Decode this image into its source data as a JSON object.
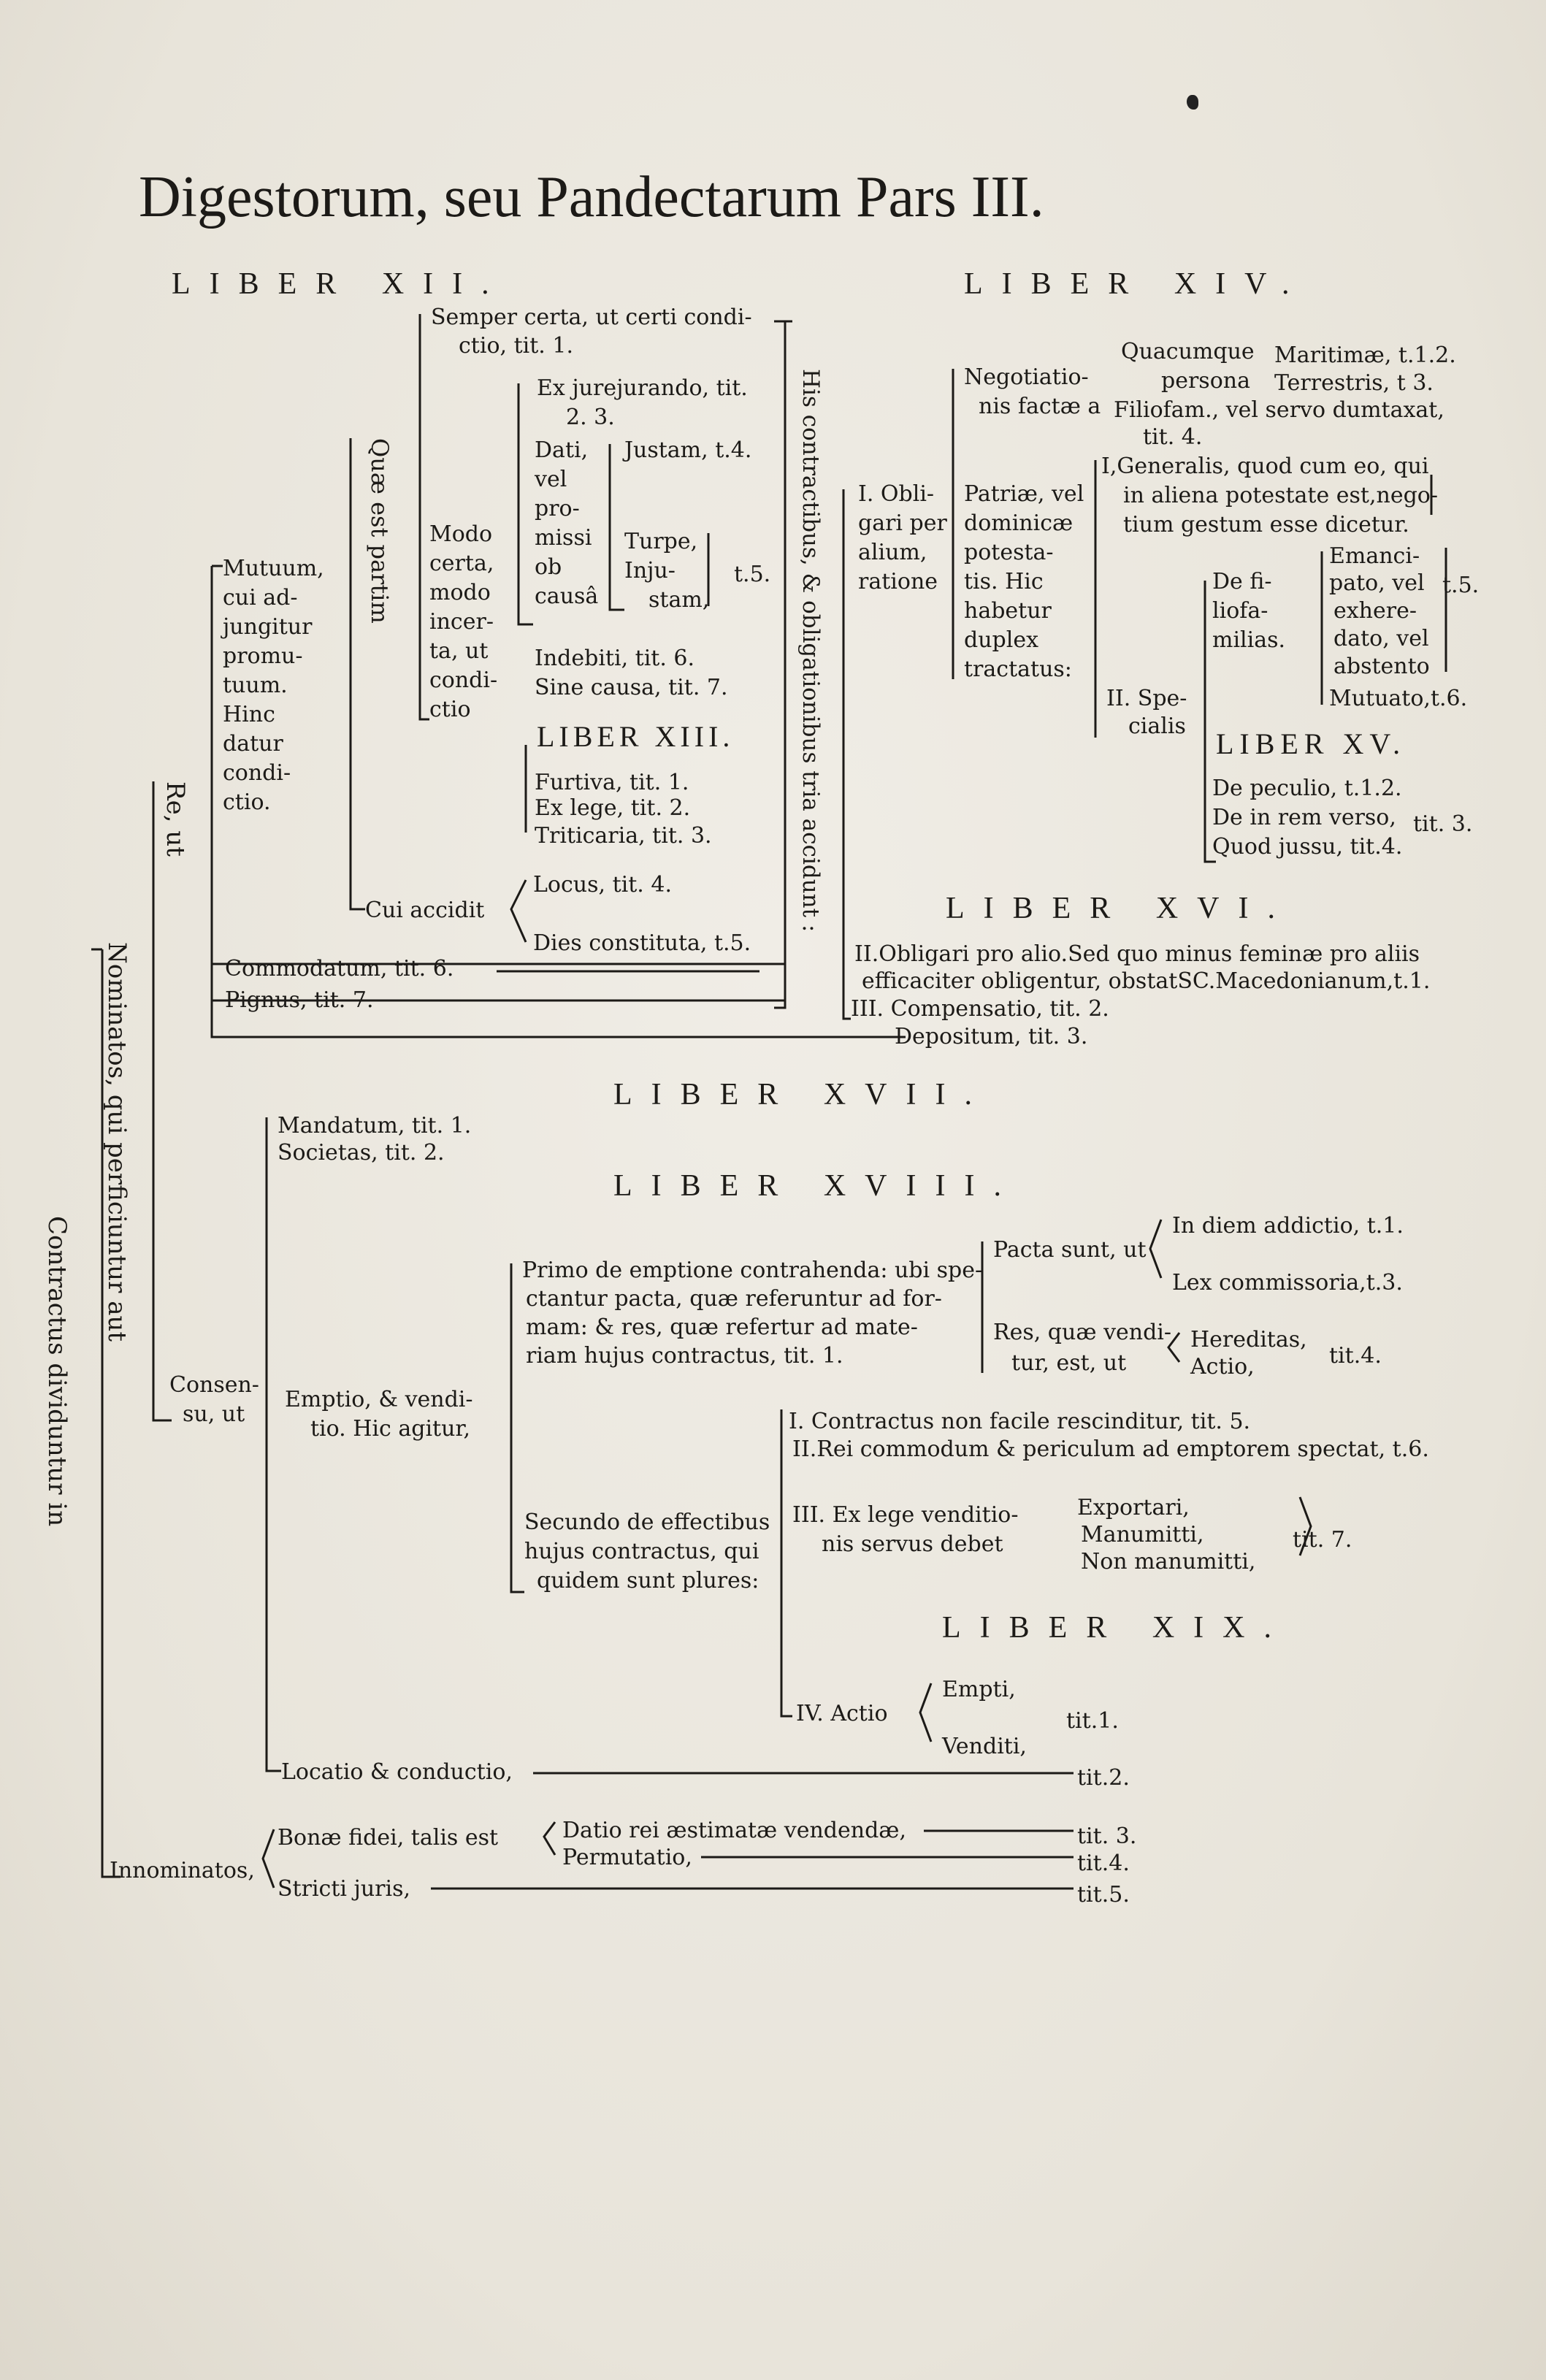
{
  "title": "Digestorum, seu Pandectarum Pars III.",
  "liber": {
    "xii": "LIBER XII.",
    "xiii": "LIBER XIII.",
    "xiv": "LIBER XIV.",
    "xv": "LIBER XV.",
    "xvi": "LIBER XVI.",
    "xvii": "LIBER XVII.",
    "xviii": "LIBER XVIII.",
    "xix": "LIBER XIX."
  },
  "vertical": {
    "contractus": "Contractus dividuntur in",
    "nominatos": "Nominatos, qui perficiuntur aut",
    "re_ut": "Re, ut",
    "quae_est": "Quæ est partim",
    "his_contractibus": "His contractibus, & obligationibus tria accidunt :"
  },
  "lines": {
    "l01": "Semper certa, ut certi condi-",
    "l02": "ctio, tit. 1.",
    "l03": "Ex jurejurando, tit.",
    "l04": "2. 3.",
    "l05": "Dati,",
    "l06": "vel",
    "l07": "pro-",
    "l08": "missi",
    "l09": "ob",
    "l10": "causâ",
    "l11": "Justam, t.4.",
    "l12": "Turpe,",
    "l13": "Inju-",
    "l14": "stam,",
    "l15": "t.5.",
    "l16": "Modo",
    "l17": "certa,",
    "l18": "modo",
    "l19": "incer-",
    "l20": "ta, ut",
    "l21": "condi-",
    "l22": "ctio",
    "l23": "Mutuum,",
    "l24": "cui ad-",
    "l25": "jungitur",
    "l26": "promu-",
    "l27": "tuum.",
    "l28": "Hinc",
    "l29": "datur",
    "l30": "condi-",
    "l31": "ctio.",
    "l32": "Indebiti, tit. 6.",
    "l33": "Sine causa, tit. 7.",
    "l34": "Furtiva, tit. 1.",
    "l35": "Ex lege, tit. 2.",
    "l36": "Triticaria, tit. 3.",
    "l37": "Cui accidit",
    "l38": "Locus, tit. 4.",
    "l39": "Dies constituta, t.5.",
    "l40": "Commodatum, tit. 6.",
    "l41": "Pignus, tit. 7.",
    "l42": "Depositum, tit. 3.",
    "l43": "I. Obli-",
    "l44": "gari per",
    "l45": "alium,",
    "l46": "ratione",
    "l47": "Negotiatio-",
    "l48": "nis factæ a",
    "l49": "Quacumque",
    "l50": "persona",
    "l51": "Maritimæ, t.1.2.",
    "l52": "Terrestris, t 3.",
    "l53": "Filiofam., vel servo dumtaxat,",
    "l54": "tit. 4.",
    "l55": "I,Generalis, quod cum eo, qui",
    "l56": "in aliena potestate est,nego-",
    "l57": "tium gestum esse dicetur.",
    "l58": "Patriæ, vel",
    "l59": "dominicæ",
    "l60": "potesta-",
    "l61": "tis. Hic",
    "l62": "habetur",
    "l63": "duplex",
    "l64": "tractatus:",
    "l65": "De fi-",
    "l66": "liofa-",
    "l67": "milias.",
    "l68": "Emanci-",
    "l69": "pato, vel",
    "l70": "exhere-",
    "l71": "dato, vel",
    "l72": "abstento",
    "l73": "Mutuato,t.6.",
    "l74": "t.5.",
    "l75": "II. Spe-",
    "l76": "cialis",
    "l77": "De peculio, t.1.2.",
    "l78": "De in rem verso,",
    "l79": "tit. 3.",
    "l80": "Quod jussu, tit.4.",
    "l81": "II.Obligari pro alio.Sed quo minus feminæ pro aliis",
    "l82": "efficaciter obligentur, obstatSC.Macedonianum,t.1.",
    "l83": "III. Compensatio, tit. 2.",
    "l84": "Mandatum, tit. 1.",
    "l85": "Societas, tit. 2.",
    "l86": "Primo de emptione contrahenda: ubi spe-",
    "l87": "ctantur pacta, quæ referuntur ad for-",
    "l88": "mam: & res, quæ refertur ad mate-",
    "l89": "riam hujus contractus, tit. 1.",
    "l90": "Pacta sunt, ut",
    "l91": "In diem addictio, t.1.",
    "l92": "Lex commissoria,t.3.",
    "l93": "Res, quæ vendi-",
    "l94": "tur, est, ut",
    "l95": "Hereditas,",
    "l96": "Actio,",
    "l97": "tit.4.",
    "l98": "Consen-",
    "l99": "su, ut",
    "l100": "Emptio, & vendi-",
    "l101": "tio. Hic agitur,",
    "l102": "I. Contractus non facile rescinditur, tit. 5.",
    "l103": "II.Rei commodum & periculum ad emptorem spectat, t.6.",
    "l104": "Secundo de effectibus",
    "l105": "hujus contractus, qui",
    "l106": "quidem sunt plures:",
    "l107": "III. Ex lege venditio-",
    "l108": "nis servus debet",
    "l109": "Exportari,",
    "l110": "Manumitti,",
    "l111": "Non manumitti,",
    "l112": "tit. 7.",
    "l113": "IV. Actio",
    "l114": "Empti,",
    "l115": "Venditi,",
    "l116": "tit.1.",
    "l117": "Locatio & conductio,",
    "l118": "tit.2.",
    "l119": "Bonæ fidei, talis est",
    "l120": "Datio rei æstimatæ vendendæ,",
    "l121": "Permutatio,",
    "l122": "tit. 3.",
    "l123": "tit.4.",
    "l124": "Innominatos,",
    "l125": "Stricti juris,",
    "l126": "tit.5."
  }
}
